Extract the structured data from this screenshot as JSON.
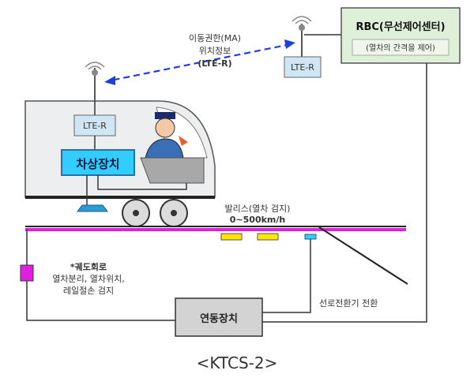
{
  "ma_label_line1": "이동권한(MA)",
  "ma_label_line2": "위치정보",
  "ma_label_line3": "(LTE-R)",
  "lte_r_train": "LTE-R",
  "lte_r_tower": "LTE-R",
  "obu_label": "차상장치",
  "rbc_title": "RBC(무선제어센터)",
  "rbc_sub": "(열차의 간격을 제어)",
  "balise_line1": "발리스(열차 검지)",
  "balise_line2": "0~500km/h",
  "track_circuit_line1": "*궤도회로",
  "track_circuit_line2": "열차분리, 열차위치,",
  "track_circuit_line3": "레일절손 검지",
  "switch_label": "선로전환기 전환",
  "interlocking_label": "연동장치",
  "caption": "<KTCS-2>",
  "colors": {
    "obu_fill": "#33ccff",
    "rbc_fill": "#dff0d8",
    "rail": "#e020e0",
    "balise": "#ffe600",
    "link": "#1f3fd6"
  }
}
